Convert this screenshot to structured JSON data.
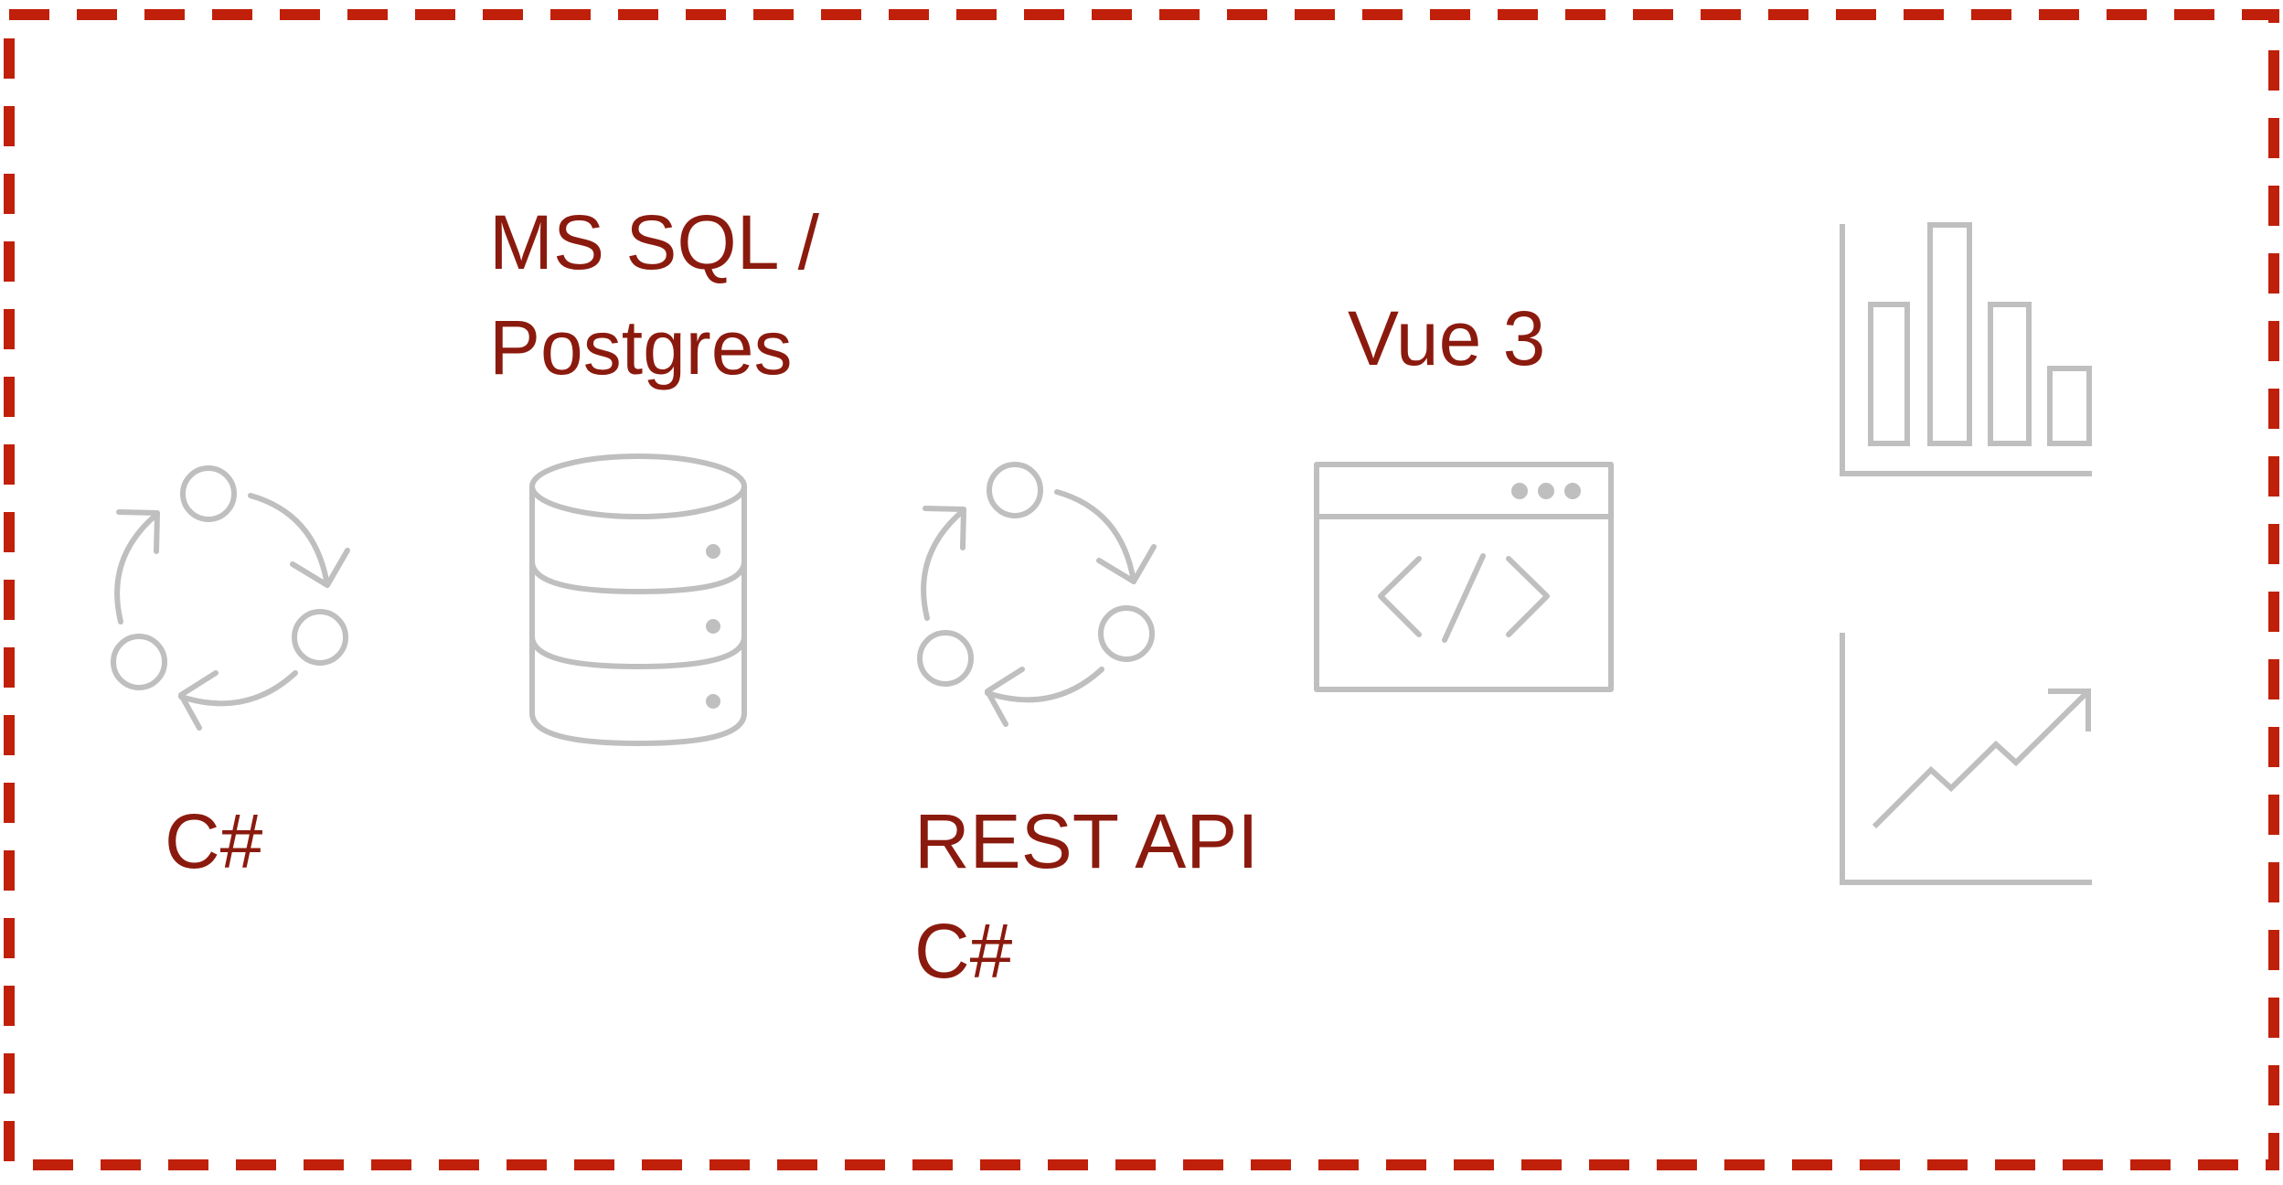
{
  "labels": {
    "csharp_left": "C#",
    "database_line1": "MS SQL /",
    "database_line2": "Postgres",
    "api_line1": "REST API",
    "api_line2": "C#",
    "frontend": "Vue 3"
  },
  "icons": {
    "cycle_left": "cycle-arrows-icon",
    "database": "database-icon",
    "cycle_middle": "cycle-arrows-icon",
    "browser_code": "browser-code-icon",
    "bar_chart": "bar-chart-icon",
    "line_chart": "trend-chart-icon"
  },
  "colors": {
    "border": "#c0200a",
    "label": "#8b1a0e",
    "icon": "#bfbfbf"
  }
}
